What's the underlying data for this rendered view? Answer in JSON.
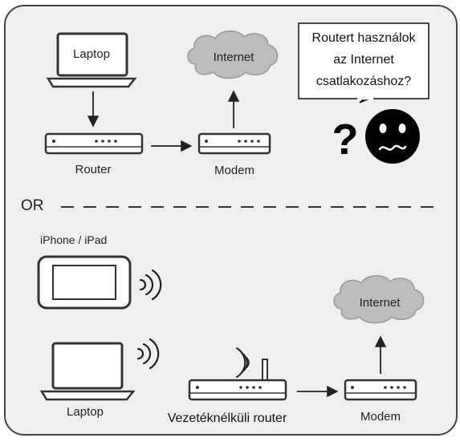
{
  "top": {
    "laptop_label": "Laptop",
    "internet_label": "Internet",
    "router_label": "Router",
    "modem_label": "Modem"
  },
  "bubble": {
    "lines": [
      "Routert használok",
      "az Internet",
      "csatlakozáshoz?"
    ]
  },
  "question_mark": "?",
  "divider_label": "OR",
  "bottom": {
    "iphone_label": "iPhone / iPad",
    "laptop_label": "Laptop",
    "internet_label": "Internet",
    "modem_label": "Modem",
    "wireless_router_label": "Vezetéknélküli router"
  },
  "colors": {
    "panel_bg": "#f0f0f0",
    "cloud_fill": "#bdbdbd",
    "face": "#000000"
  }
}
